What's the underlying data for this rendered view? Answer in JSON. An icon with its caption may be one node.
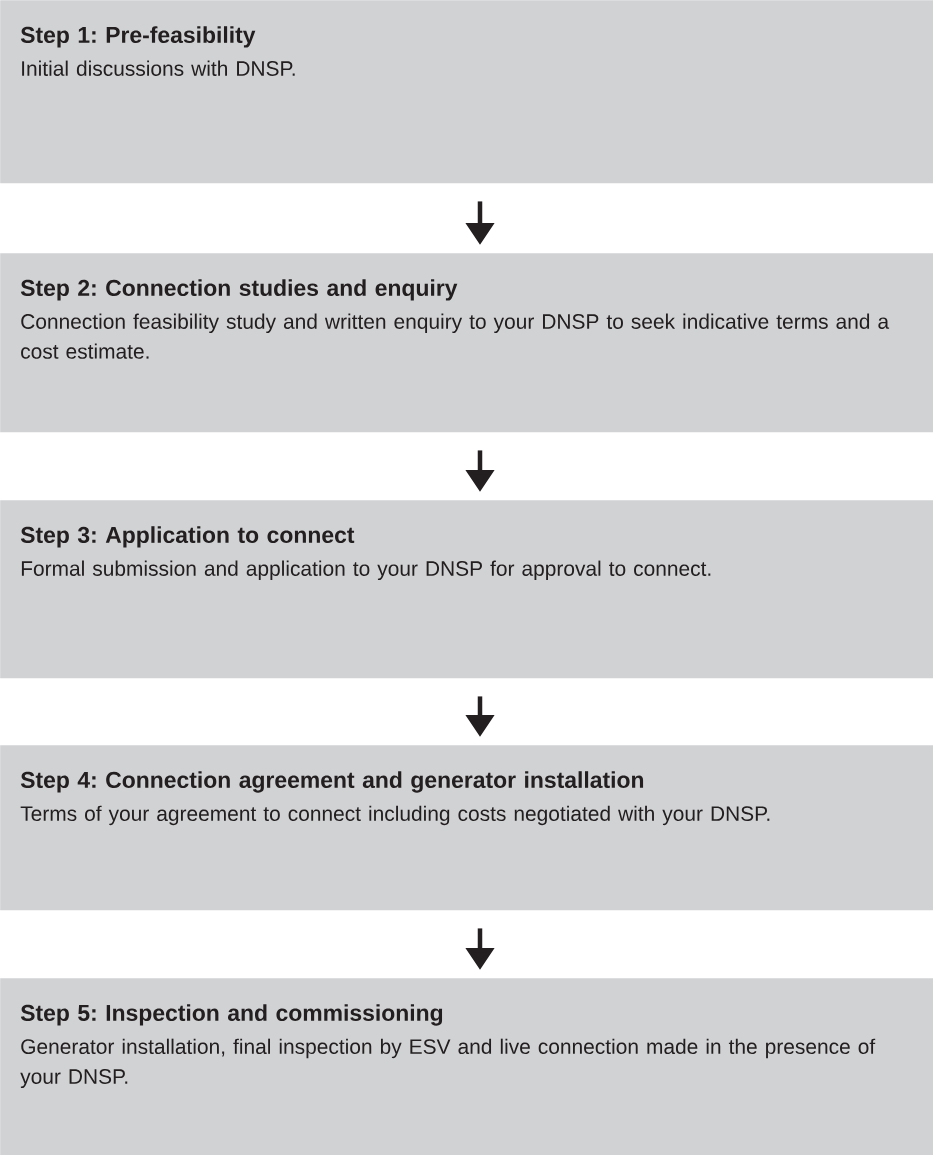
{
  "diagram": {
    "nodes": [
      {
        "text": [
          "Step 1: Pre-feasibility",
          "Initial discussions with DNSP."
        ]
      },
      {
        "text": [
          "Step 2: Connection studies and enquiry",
          "Connection feasibility study and written enquiry to your DNSP to seek indicative terms and a cost estimate."
        ]
      },
      {
        "text": [
          "Step 3: Application to connect",
          "Formal submission and application to your DNSP for approval to connect."
        ]
      },
      {
        "text": [
          "Step 4: Connection agreement and generator installation",
          "Terms of your agreement to connect including costs negotiated with your DNSP."
        ]
      },
      {
        "text": [
          "Step 5: Inspection and commissioning",
          "Generator installation, final inspection by ESV and live connection made in the presence of your DNSP."
        ]
      }
    ],
    "edges": [
      {
        "from": 0,
        "to": 1,
        "arrow": "to"
      },
      {
        "from": 1,
        "to": 2,
        "arrow": "to"
      },
      {
        "from": 2,
        "to": 3,
        "arrow": "to"
      },
      {
        "from": 3,
        "to": 4,
        "arrow": "to"
      }
    ]
  }
}
